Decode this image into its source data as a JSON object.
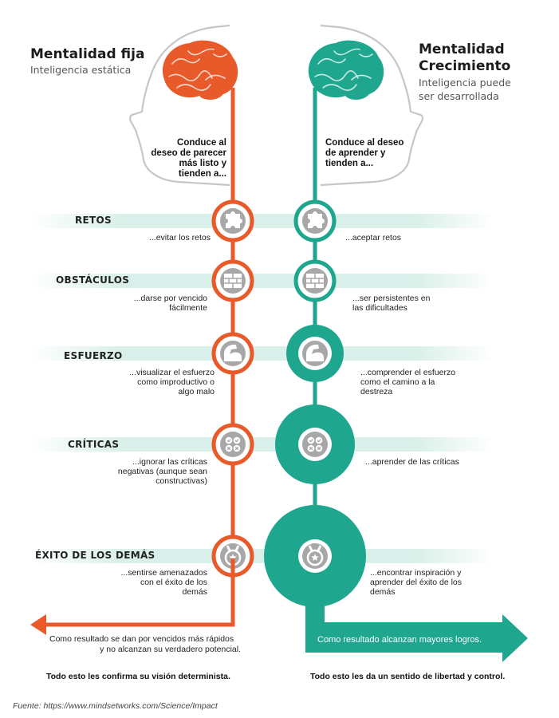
{
  "colors": {
    "fixed": "#e85a2a",
    "growth": "#1ea68f",
    "band": "#d9efe9",
    "icon_circle": "#a7a7a7",
    "head_outline": "#c6c6c6"
  },
  "left": {
    "title": "Mentalidad fija",
    "subtitle": "Inteligencia estática",
    "lead": [
      "Conduce al",
      "deseo de parecer",
      "más listo y",
      "tienden a..."
    ]
  },
  "right": {
    "title_lines": [
      "Mentalidad",
      "Crecimiento"
    ],
    "subtitle_lines": [
      "Inteligencia puede",
      "ser desarrollada"
    ],
    "lead": [
      "Conduce al deseo",
      "de aprender y",
      "tienden a..."
    ]
  },
  "rows": [
    {
      "label": "RETOS",
      "icon": "puzzle-icon",
      "fixed": [
        "...evitar los retos"
      ],
      "growth": [
        "...aceptar retos"
      ]
    },
    {
      "label": "OBSTÁCULOS",
      "icon": "brick-wall-icon",
      "fixed": [
        "...darse por vencido",
        "fácilmente"
      ],
      "growth": [
        "...ser persistentes en",
        "las dificultades"
      ]
    },
    {
      "label": "ESFUERZO",
      "icon": "flexed-arm-icon",
      "fixed": [
        "...visualizar el esfuerzo",
        "como improductivo o",
        "algo malo"
      ],
      "growth": [
        "...comprender el esfuerzo",
        "como el camino a la",
        "destreza"
      ]
    },
    {
      "label": "CRÍTICAS",
      "icon": "checks-crosses-icon",
      "fixed": [
        "...ignorar las críticas",
        "negativas (aunque sean",
        "constructivas)"
      ],
      "growth": [
        "...aprender de las críticas"
      ]
    },
    {
      "label": "ÉXITO DE LOS DEMÁS",
      "icon": "medal-icon",
      "fixed": [
        "...sentirse amenazados",
        "con el éxito de los",
        "demás"
      ],
      "growth": [
        "...encontrar inspiración y",
        "aprender del éxito de los",
        "demás"
      ]
    }
  ],
  "results": {
    "fixed": [
      "Como resultado se dan por vencidos más rápidos",
      "y no alcanzan su verdadero potencial."
    ],
    "growth": "Como resultado alcanzan mayores logros."
  },
  "conclusions": {
    "fixed": "Todo esto les confirma su visión determinista.",
    "growth": "Todo esto les da un sentido de libertad y control."
  },
  "source": "Fuente: https://www.mindsetworks.com/Science/Impact"
}
